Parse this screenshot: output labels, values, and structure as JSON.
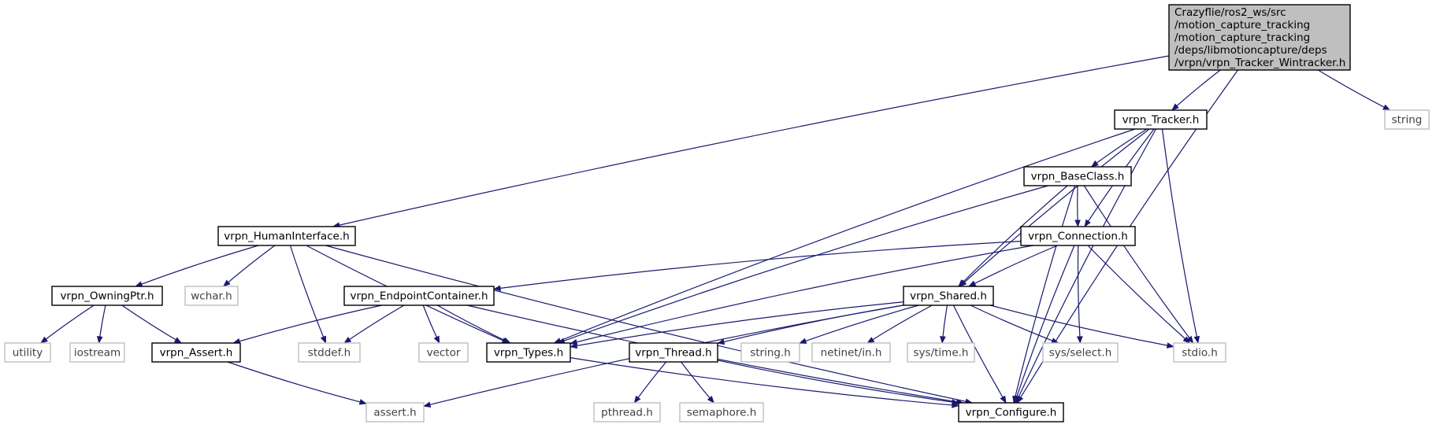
{
  "nodes": [
    {
      "id": "root",
      "lines": [
        "Crazyflie/ros2_ws/src",
        "/motion_capture_tracking",
        "/motion_capture_tracking",
        "/deps/libmotioncapture/deps",
        "/vrpn/vrpn_Tracker_Wintracker.h"
      ],
      "kind": "root"
    },
    {
      "id": "tracker",
      "lines": [
        "vrpn_Tracker.h"
      ],
      "kind": "local"
    },
    {
      "id": "string",
      "lines": [
        "string"
      ],
      "kind": "system"
    },
    {
      "id": "baseclass",
      "lines": [
        "vrpn_BaseClass.h"
      ],
      "kind": "local"
    },
    {
      "id": "humaninterface",
      "lines": [
        "vrpn_HumanInterface.h"
      ],
      "kind": "local"
    },
    {
      "id": "connection",
      "lines": [
        "vrpn_Connection.h"
      ],
      "kind": "local"
    },
    {
      "id": "owningptr",
      "lines": [
        "vrpn_OwningPtr.h"
      ],
      "kind": "local"
    },
    {
      "id": "wchar",
      "lines": [
        "wchar.h"
      ],
      "kind": "system"
    },
    {
      "id": "endpoint",
      "lines": [
        "vrpn_EndpointContainer.h"
      ],
      "kind": "local"
    },
    {
      "id": "shared",
      "lines": [
        "vrpn_Shared.h"
      ],
      "kind": "local"
    },
    {
      "id": "utility",
      "lines": [
        "utility"
      ],
      "kind": "system"
    },
    {
      "id": "iostream",
      "lines": [
        "iostream"
      ],
      "kind": "system"
    },
    {
      "id": "assert_hdr",
      "lines": [
        "vrpn_Assert.h"
      ],
      "kind": "local"
    },
    {
      "id": "stddef",
      "lines": [
        "stddef.h"
      ],
      "kind": "system"
    },
    {
      "id": "vector",
      "lines": [
        "vector"
      ],
      "kind": "system"
    },
    {
      "id": "types",
      "lines": [
        "vrpn_Types.h"
      ],
      "kind": "local"
    },
    {
      "id": "thread",
      "lines": [
        "vrpn_Thread.h"
      ],
      "kind": "local"
    },
    {
      "id": "stringh",
      "lines": [
        "string.h"
      ],
      "kind": "system"
    },
    {
      "id": "netinet",
      "lines": [
        "netinet/in.h"
      ],
      "kind": "system"
    },
    {
      "id": "systime",
      "lines": [
        "sys/time.h"
      ],
      "kind": "system"
    },
    {
      "id": "sysselect",
      "lines": [
        "sys/select.h"
      ],
      "kind": "system"
    },
    {
      "id": "stdio",
      "lines": [
        "stdio.h"
      ],
      "kind": "system"
    },
    {
      "id": "asserth",
      "lines": [
        "assert.h"
      ],
      "kind": "system"
    },
    {
      "id": "pthread",
      "lines": [
        "pthread.h"
      ],
      "kind": "system"
    },
    {
      "id": "semaphore",
      "lines": [
        "semaphore.h"
      ],
      "kind": "system"
    },
    {
      "id": "configure",
      "lines": [
        "vrpn_Configure.h"
      ],
      "kind": "local"
    }
  ],
  "edges": [
    [
      "root",
      "humaninterface"
    ],
    [
      "root",
      "tracker"
    ],
    [
      "root",
      "configure"
    ],
    [
      "root",
      "string"
    ],
    [
      "tracker",
      "types"
    ],
    [
      "tracker",
      "baseclass"
    ],
    [
      "tracker",
      "shared"
    ],
    [
      "tracker",
      "connection"
    ],
    [
      "tracker",
      "stdio"
    ],
    [
      "tracker",
      "configure"
    ],
    [
      "baseclass",
      "types"
    ],
    [
      "baseclass",
      "shared"
    ],
    [
      "baseclass",
      "connection"
    ],
    [
      "baseclass",
      "stdio"
    ],
    [
      "baseclass",
      "configure"
    ],
    [
      "humaninterface",
      "owningptr"
    ],
    [
      "humaninterface",
      "wchar"
    ],
    [
      "humaninterface",
      "stddef"
    ],
    [
      "humaninterface",
      "configure"
    ],
    [
      "humaninterface",
      "types"
    ],
    [
      "connection",
      "endpoint"
    ],
    [
      "connection",
      "types"
    ],
    [
      "connection",
      "shared"
    ],
    [
      "connection",
      "sysselect"
    ],
    [
      "connection",
      "stdio"
    ],
    [
      "connection",
      "configure"
    ],
    [
      "owningptr",
      "utility"
    ],
    [
      "owningptr",
      "iostream"
    ],
    [
      "owningptr",
      "assert_hdr"
    ],
    [
      "endpoint",
      "assert_hdr"
    ],
    [
      "endpoint",
      "stddef"
    ],
    [
      "endpoint",
      "vector"
    ],
    [
      "endpoint",
      "types"
    ],
    [
      "endpoint",
      "configure"
    ],
    [
      "shared",
      "types"
    ],
    [
      "shared",
      "asserth"
    ],
    [
      "shared",
      "thread"
    ],
    [
      "shared",
      "stringh"
    ],
    [
      "shared",
      "netinet"
    ],
    [
      "shared",
      "systime"
    ],
    [
      "shared",
      "sysselect"
    ],
    [
      "shared",
      "stdio"
    ],
    [
      "shared",
      "configure"
    ],
    [
      "assert_hdr",
      "asserth"
    ],
    [
      "types",
      "configure"
    ],
    [
      "thread",
      "pthread"
    ],
    [
      "thread",
      "semaphore"
    ],
    [
      "thread",
      "configure"
    ]
  ],
  "colors": {
    "edge": "#191970",
    "root_fill": "#bfbfbf",
    "local_stroke": "#000000",
    "system_stroke": "#bfbfbf",
    "text_local": "#000000",
    "text_system": "#404040"
  }
}
